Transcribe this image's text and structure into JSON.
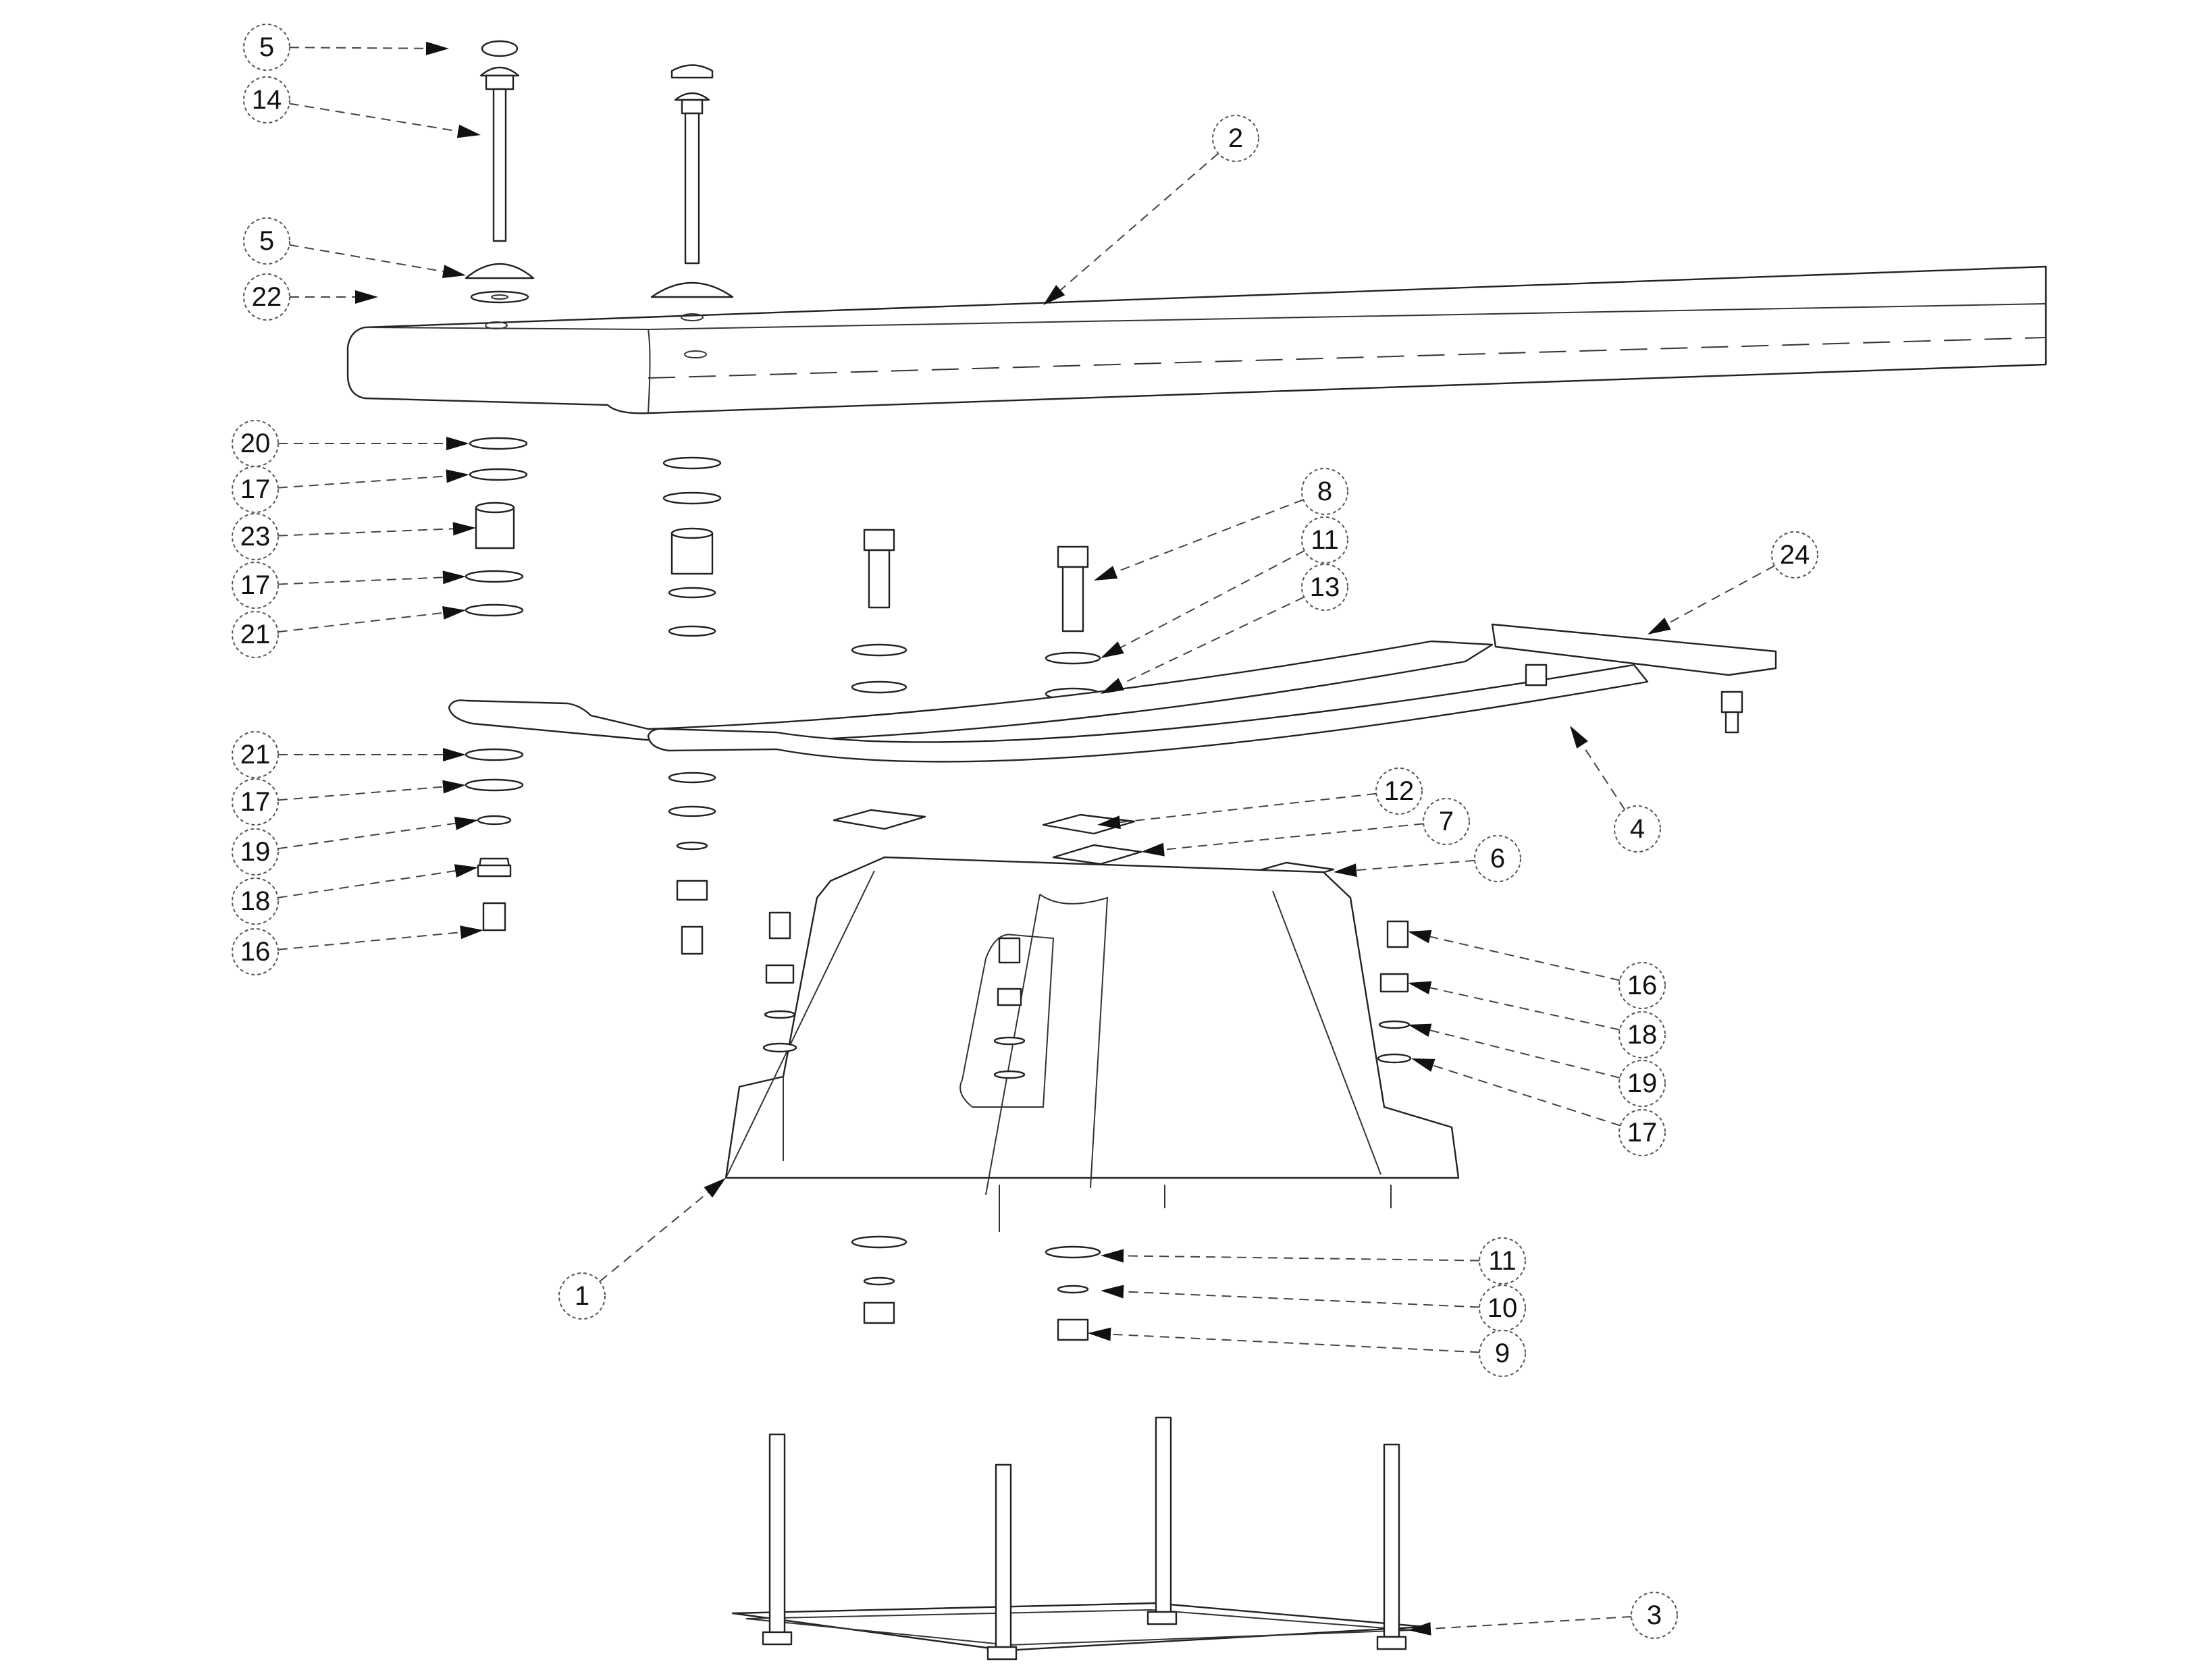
{
  "callouts": [
    {
      "label": "5"
    },
    {
      "label": "14"
    },
    {
      "label": "5"
    },
    {
      "label": "22"
    },
    {
      "label": "20"
    },
    {
      "label": "17"
    },
    {
      "label": "23"
    },
    {
      "label": "17"
    },
    {
      "label": "21"
    },
    {
      "label": "21"
    },
    {
      "label": "17"
    },
    {
      "label": "19"
    },
    {
      "label": "18"
    },
    {
      "label": "16"
    },
    {
      "label": "2"
    },
    {
      "label": "8"
    },
    {
      "label": "11"
    },
    {
      "label": "13"
    },
    {
      "label": "24"
    },
    {
      "label": "4"
    },
    {
      "label": "12"
    },
    {
      "label": "7"
    },
    {
      "label": "6"
    },
    {
      "label": "16"
    },
    {
      "label": "18"
    },
    {
      "label": "19"
    },
    {
      "label": "17"
    },
    {
      "label": "1"
    },
    {
      "label": "11"
    },
    {
      "label": "10"
    },
    {
      "label": "9"
    },
    {
      "label": "3"
    }
  ]
}
